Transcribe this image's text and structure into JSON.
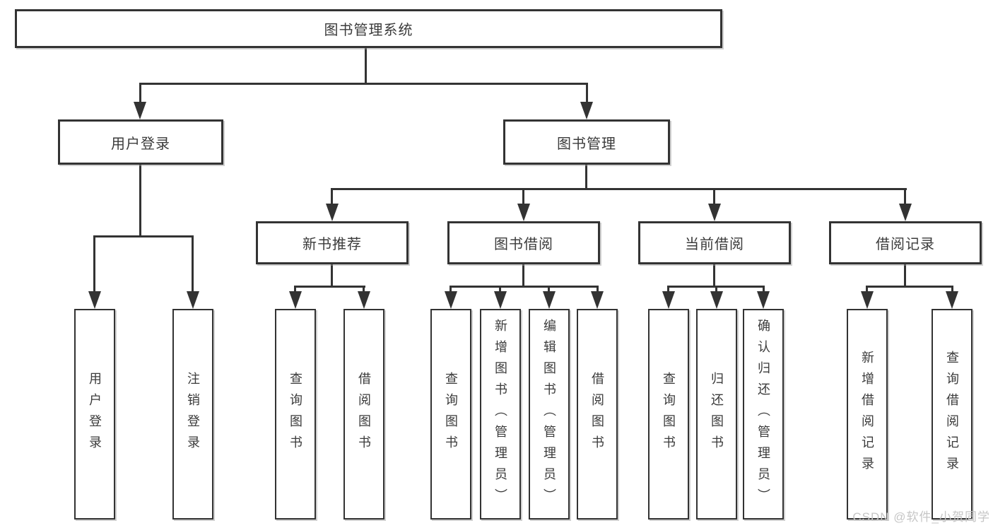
{
  "nodes": {
    "root": {
      "label": "图书管理系统"
    },
    "user_login": {
      "label": "用户登录"
    },
    "book_mgmt": {
      "label": "图书管理"
    },
    "new_book_rec": {
      "label": "新书推荐"
    },
    "book_borrow": {
      "label": "图书借阅"
    },
    "current_borrow": {
      "label": "当前借阅"
    },
    "borrow_record": {
      "label": "借阅记录"
    },
    "leaf_user_login": {
      "label": "用户登录"
    },
    "leaf_logout": {
      "label": "注销登录"
    },
    "leaf_nbr_query": {
      "label": "查询图书"
    },
    "leaf_nbr_borrow": {
      "label": "借阅图书"
    },
    "leaf_bb_query": {
      "label": "查询图书"
    },
    "leaf_bb_add": {
      "label": "新增图书（管理员）"
    },
    "leaf_bb_edit": {
      "label": "编辑图书（管理员）"
    },
    "leaf_bb_borrow": {
      "label": "借阅图书"
    },
    "leaf_cb_query": {
      "label": "查询图书"
    },
    "leaf_cb_return": {
      "label": "归还图书"
    },
    "leaf_cb_confirm": {
      "label": "确认归还（管理员）"
    },
    "leaf_br_add": {
      "label": "新增借阅记录"
    },
    "leaf_br_query": {
      "label": "查询借阅记录"
    }
  },
  "watermark": {
    "text": "CSDN @软件_小贺同学"
  },
  "colors": {
    "line": "#333333",
    "text": "#3b3b3b",
    "background": "#ffffff",
    "watermark": "#c6c6c6"
  }
}
